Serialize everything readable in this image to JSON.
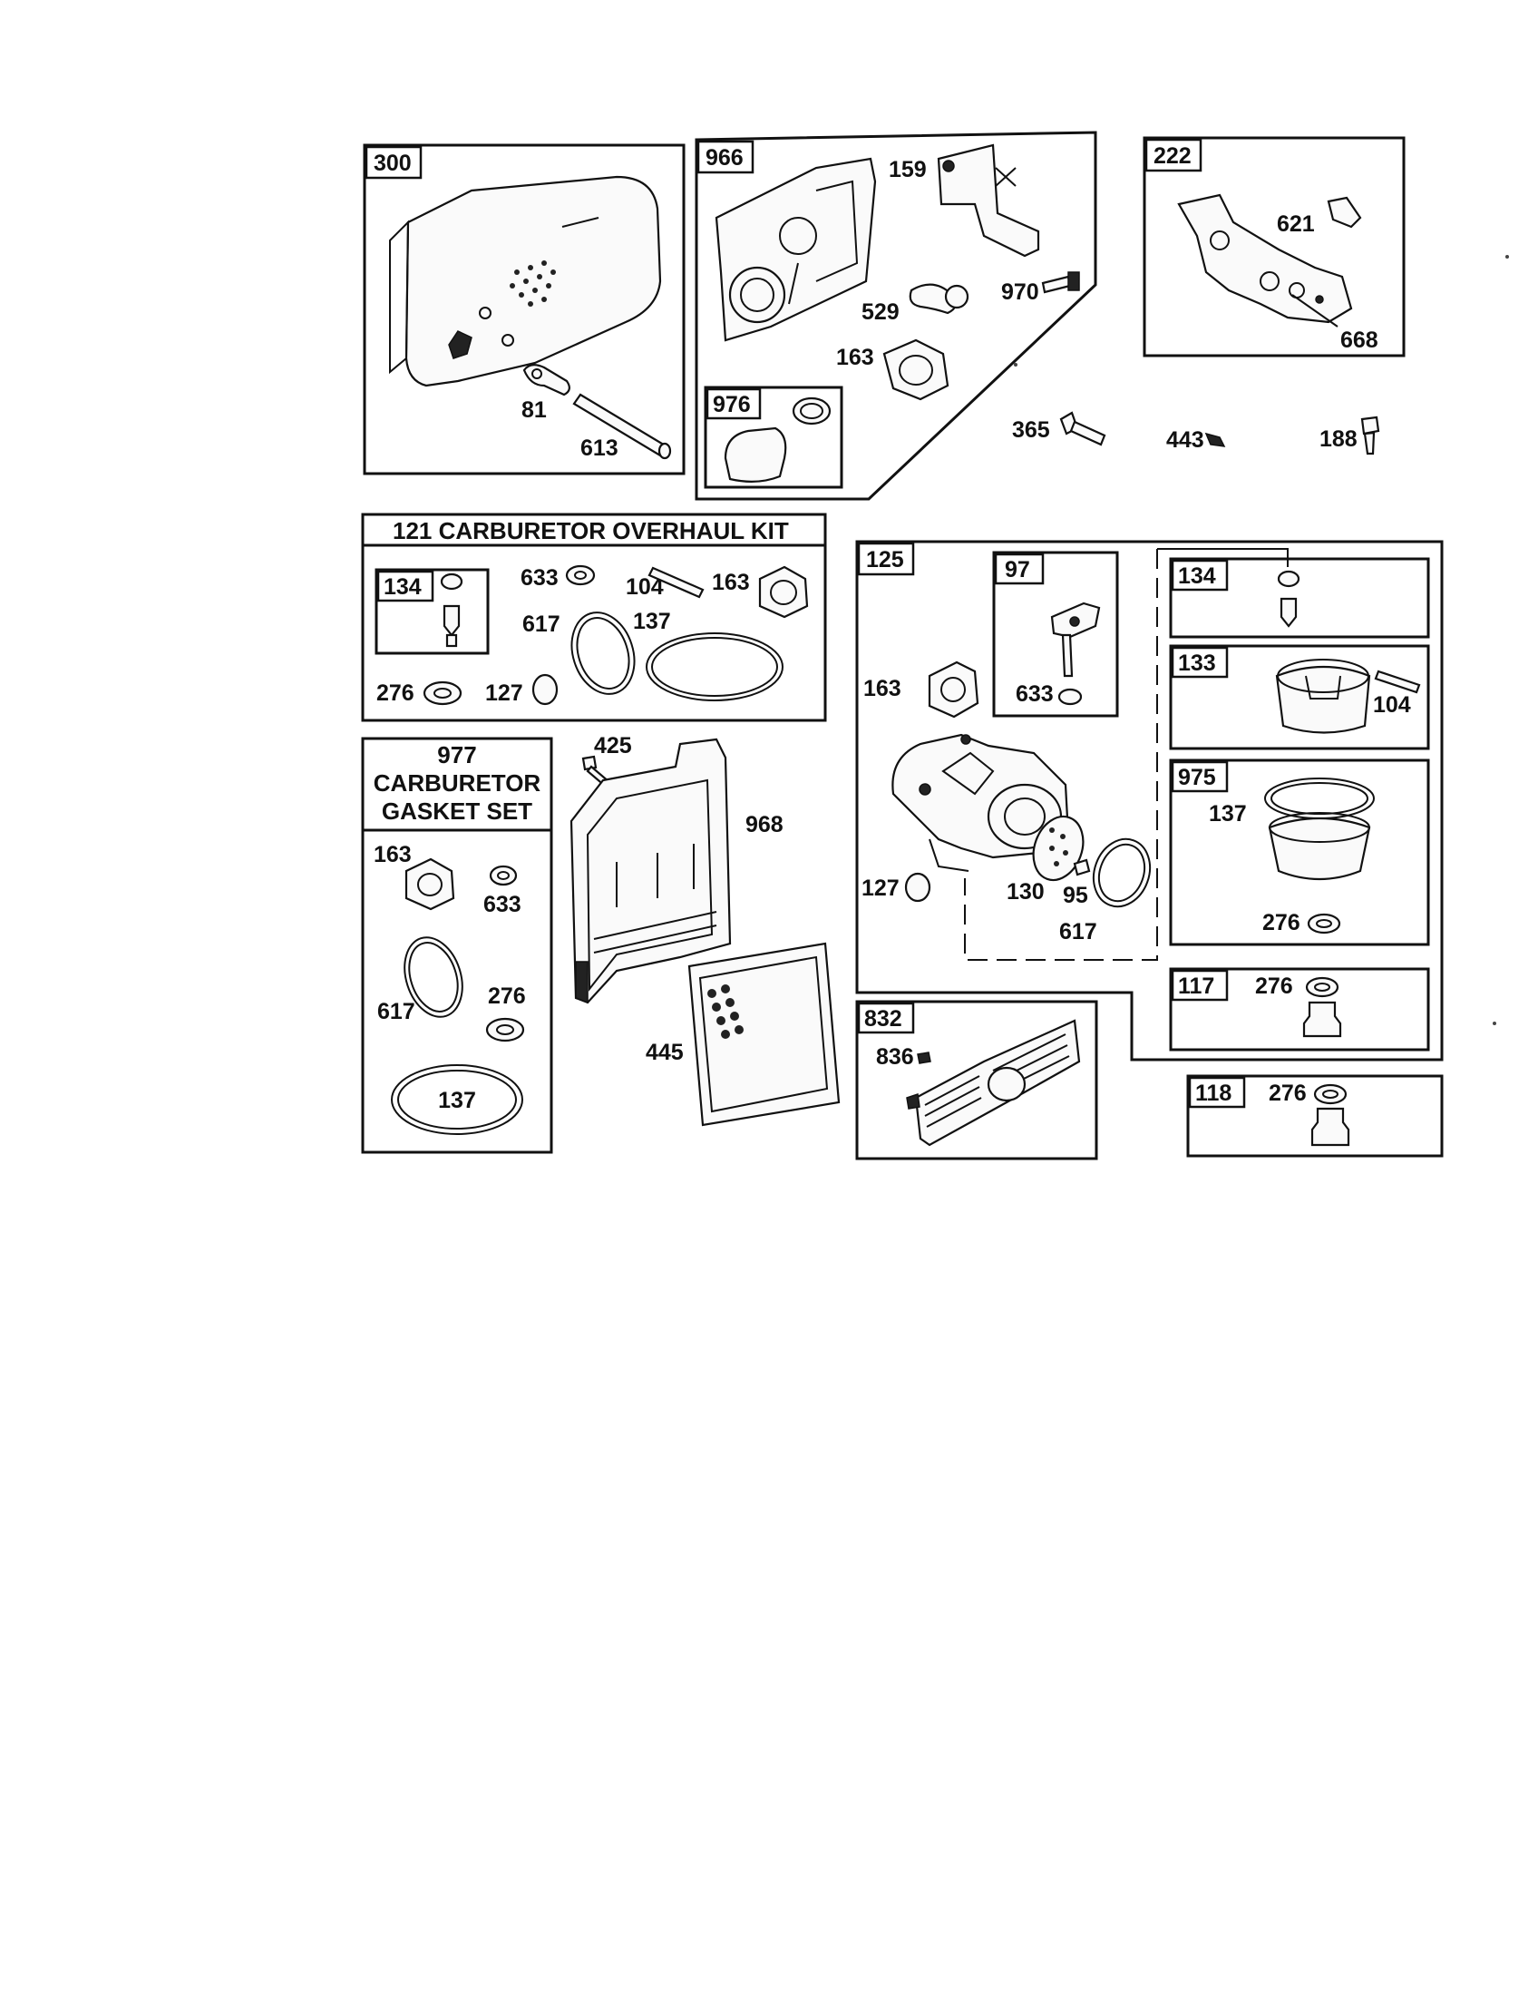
{
  "boxes": {
    "muffler": "300",
    "air_cleaner_base": "966",
    "governor": "222",
    "air_cleaner_element": "976",
    "overhaul_kit": "121 CARBURETOR OVERHAUL KIT",
    "overhaul_needle": "134",
    "gasket_set_number": "977",
    "gasket_set_line1": "CARBURETOR",
    "gasket_set_line2": "GASKET SET",
    "carburetor": "125",
    "choke": "97",
    "needle_seat": "134",
    "float": "133",
    "bowl_kit": "975",
    "nut_117": "117",
    "nut_118": "118",
    "guard": "832"
  },
  "labels": {
    "muffler_81": "81",
    "muffler_613": "613",
    "base_159": "159",
    "base_529": "529",
    "base_970": "970",
    "base_163": "163",
    "gov_621": "621",
    "gov_668": "668",
    "loose_365": "365",
    "loose_443": "443",
    "loose_188": "188",
    "kit_633": "633",
    "kit_104": "104",
    "kit_163": "163",
    "kit_617": "617",
    "kit_137": "137",
    "kit_276": "276",
    "kit_127": "127",
    "gs_163": "163",
    "gs_633": "633",
    "gs_617": "617",
    "gs_276": "276",
    "gs_137": "137",
    "ac_425": "425",
    "ac_968": "968",
    "ac_445": "445",
    "carb_163": "163",
    "carb_633": "633",
    "carb_127": "127",
    "carb_130": "130",
    "carb_95": "95",
    "carb_617": "617",
    "float_104": "104",
    "bowl_137": "137",
    "bowl_276": "276",
    "n117_276": "276",
    "n118_276": "276",
    "guard_836": "836"
  }
}
